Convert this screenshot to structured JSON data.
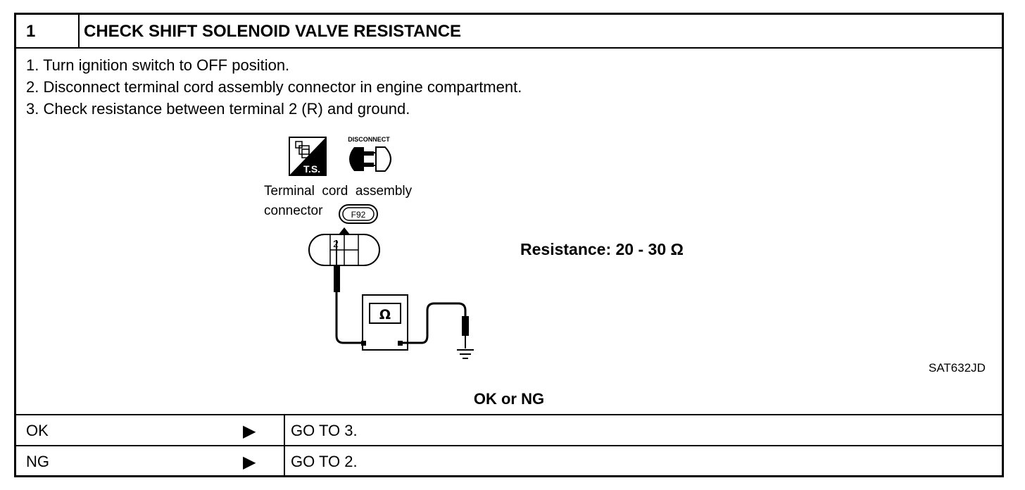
{
  "header": {
    "step_number": "1",
    "title": "CHECK SHIFT SOLENOID VALVE RESISTANCE"
  },
  "instructions": [
    "1.  Turn ignition switch to OFF position.",
    "2.  Disconnect terminal cord assembly connector in engine compartment.",
    "3.  Check resistance between terminal 2 (R) and ground."
  ],
  "figure": {
    "ts_badge": "T.S.",
    "disconnect_label": "DISCONNECT",
    "connector_label_line1": "Terminal  cord  assembly",
    "connector_label_line2": "connector",
    "connector_code": "F92",
    "terminal_number": "2",
    "meter_symbol": "Ω",
    "resistance_spec": "Resistance: 20 - 30 Ω",
    "figure_id": "SAT632JD"
  },
  "result_prompt": "OK or NG",
  "results": [
    {
      "label": "OK",
      "arrow": "▶",
      "action": "GO TO 3."
    },
    {
      "label": "NG",
      "arrow": "▶",
      "action": "GO TO 2."
    }
  ]
}
